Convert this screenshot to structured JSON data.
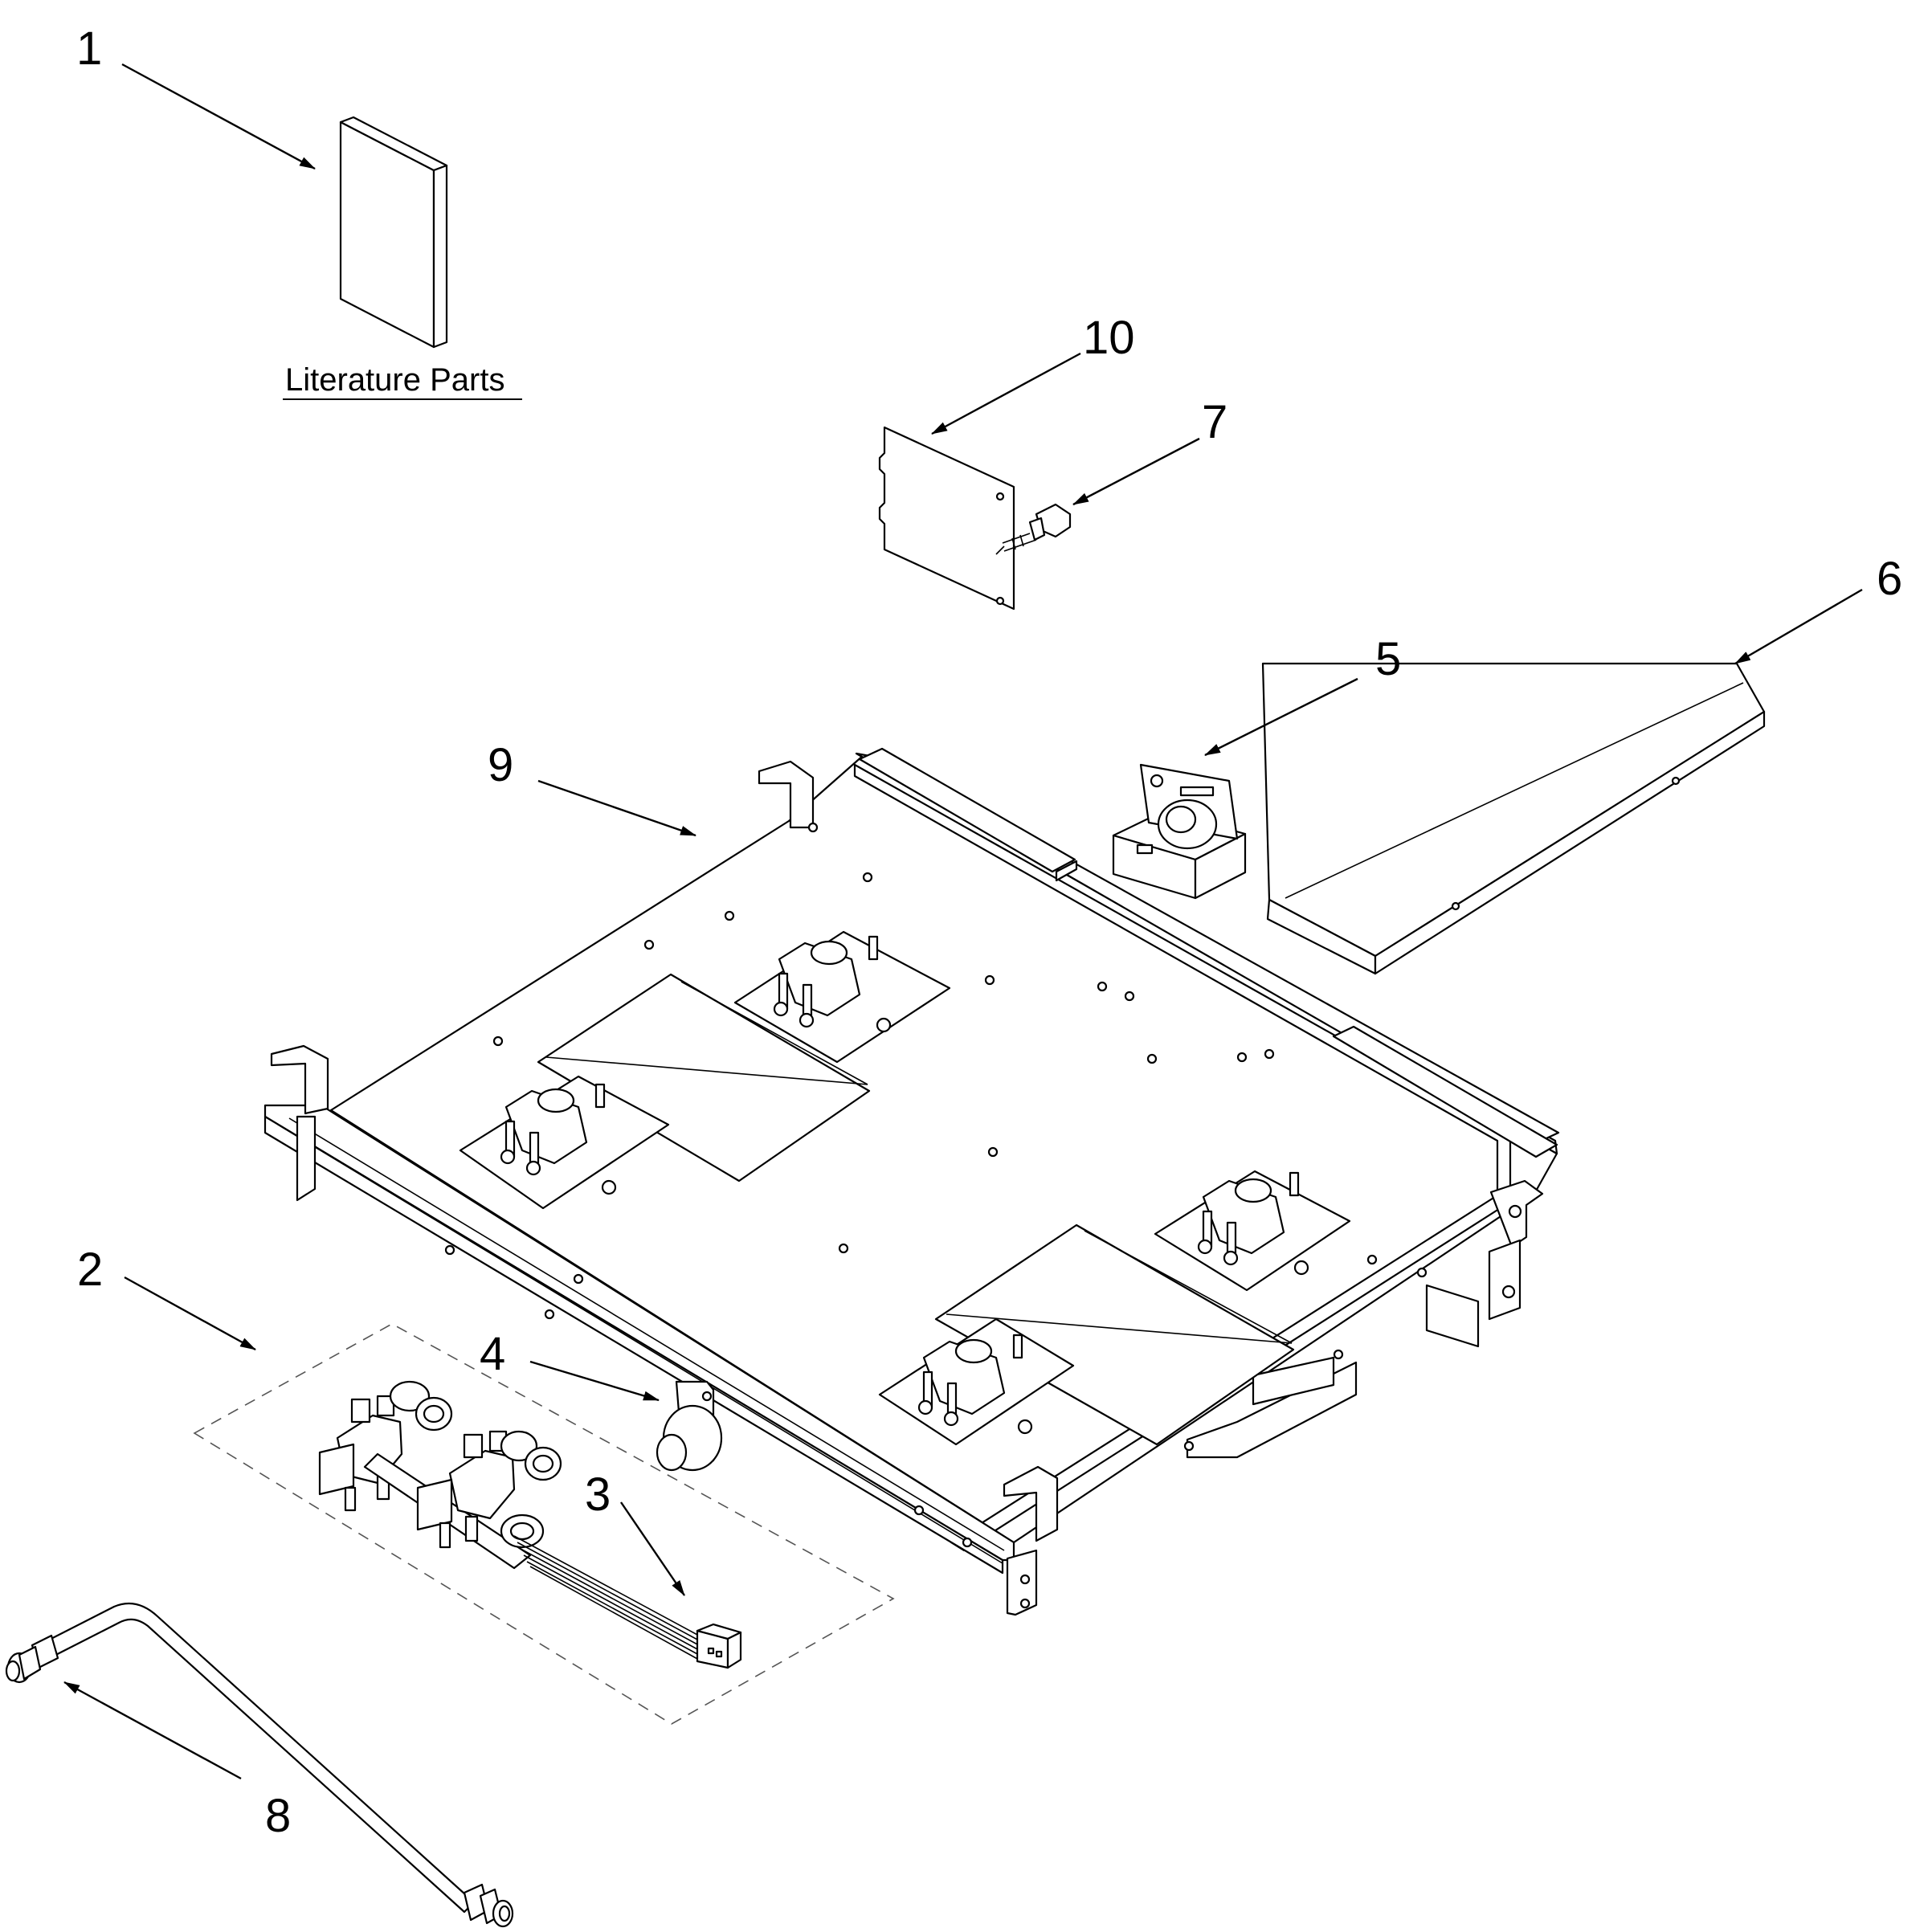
{
  "diagram": {
    "literature_caption": "Literature Parts",
    "callouts": [
      "1",
      "2",
      "3",
      "4",
      "5",
      "6",
      "7",
      "8",
      "9",
      "10"
    ]
  }
}
